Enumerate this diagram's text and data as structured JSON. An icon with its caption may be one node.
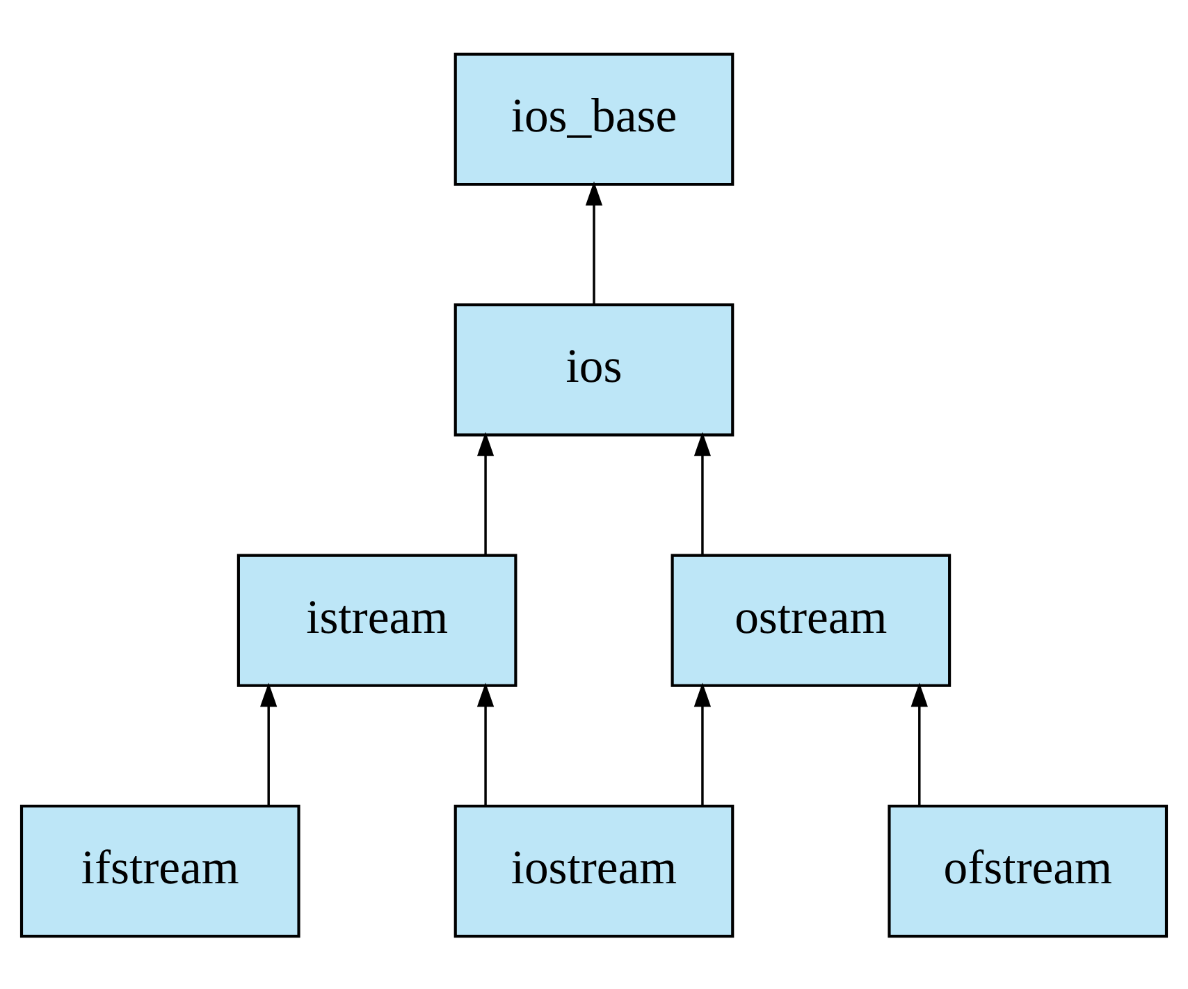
{
  "diagram": {
    "nodes": [
      {
        "text": [
          "ios_base"
        ]
      },
      {
        "text": [
          "ios"
        ]
      },
      {
        "text": [
          "istream"
        ]
      },
      {
        "text": [
          "ostream"
        ]
      },
      {
        "text": [
          "ifstream"
        ]
      },
      {
        "text": [
          "iostream"
        ]
      },
      {
        "text": [
          "ofstream"
        ]
      }
    ],
    "edges": [
      {
        "from": 1,
        "to": 0,
        "arrow": "to"
      },
      {
        "from": 2,
        "to": 1,
        "arrow": "to"
      },
      {
        "from": 3,
        "to": 1,
        "arrow": "to"
      },
      {
        "from": 4,
        "to": 2,
        "arrow": "to"
      },
      {
        "from": 5,
        "to": 2,
        "arrow": "to"
      },
      {
        "from": 5,
        "to": 3,
        "arrow": "to"
      },
      {
        "from": 6,
        "to": 3,
        "arrow": "to"
      }
    ]
  }
}
